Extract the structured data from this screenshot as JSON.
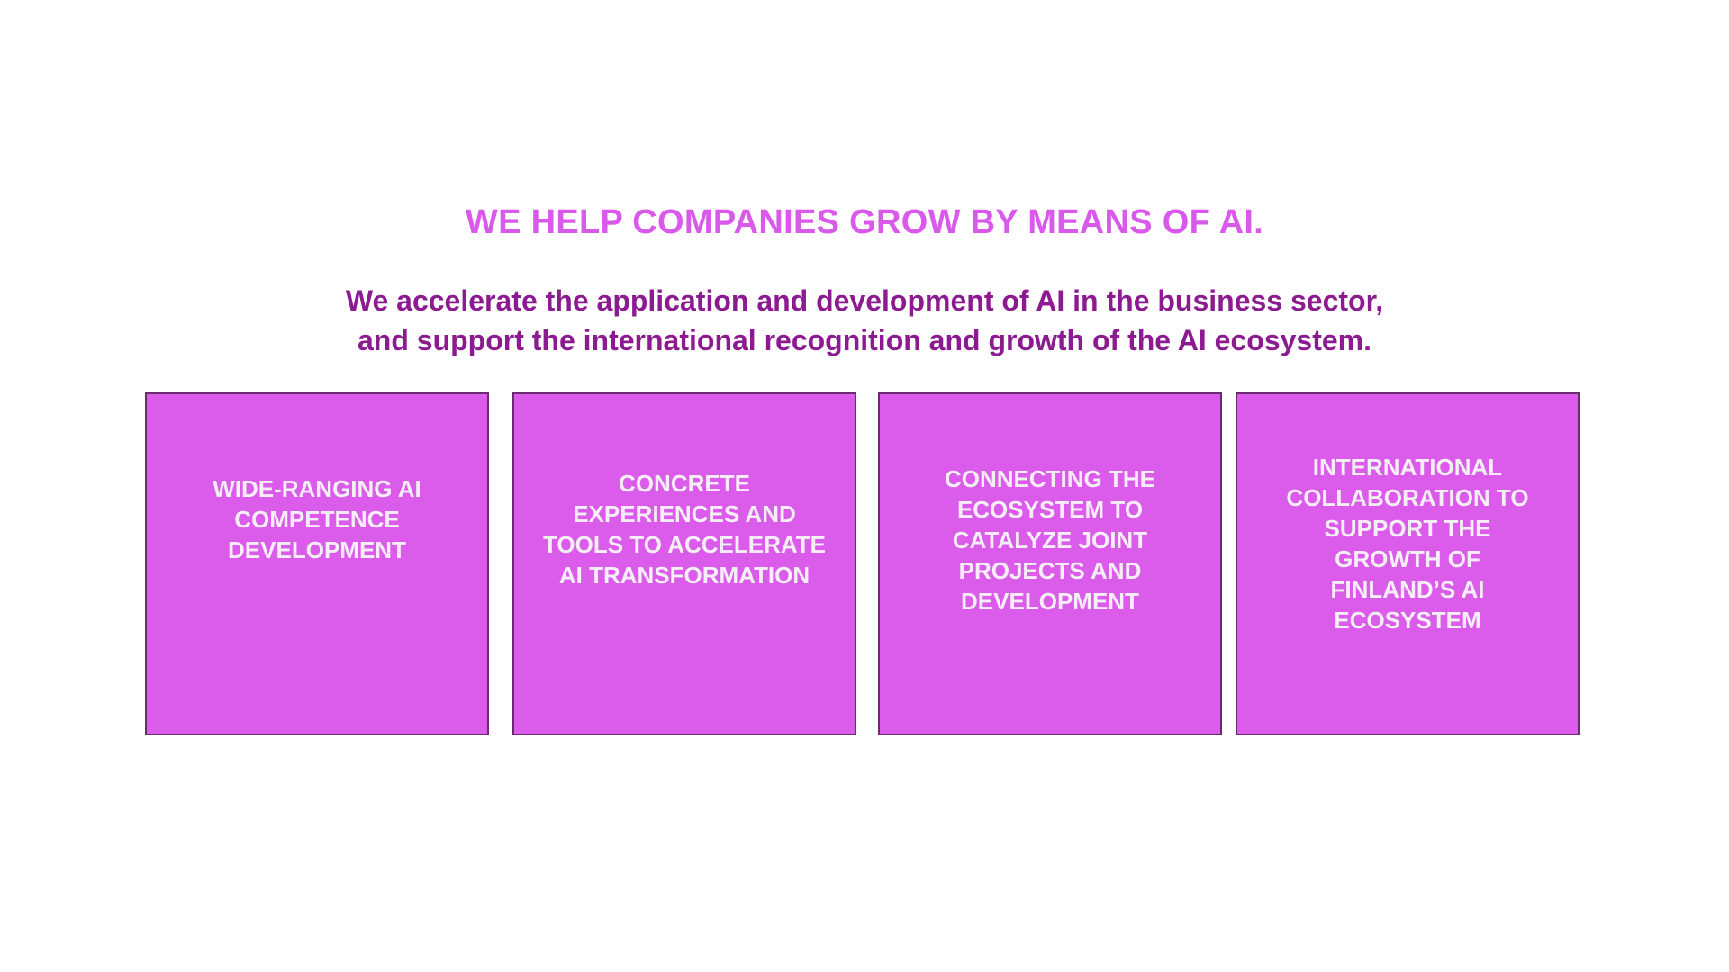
{
  "heading": "WE HELP COMPANIES GROW BY MEANS OF AI.",
  "subheading": {
    "line1": "We accelerate the application and development of AI in the business sector,",
    "line2": "and support the international recognition and growth of the AI ecosystem."
  },
  "cards": [
    {
      "label": "WIDE-RANGING AI COMPETENCE DEVELOPMENT"
    },
    {
      "label": "CONCRETE EXPERIENCES AND TOOLS TO ACCELERATE AI TRANSFORMATION"
    },
    {
      "label": "CONNECTING THE ECOSYSTEM TO CATALYZE JOINT PROJECTS AND DEVELOPMENT"
    },
    {
      "label": "INTERNATIONAL COLLABORATION TO SUPPORT THE GROWTH OF FINLAND’S AI ECOSYSTEM"
    }
  ],
  "colors": {
    "accent": "#d95aea",
    "dark": "#8c1a90",
    "card": "#db5ceb"
  }
}
